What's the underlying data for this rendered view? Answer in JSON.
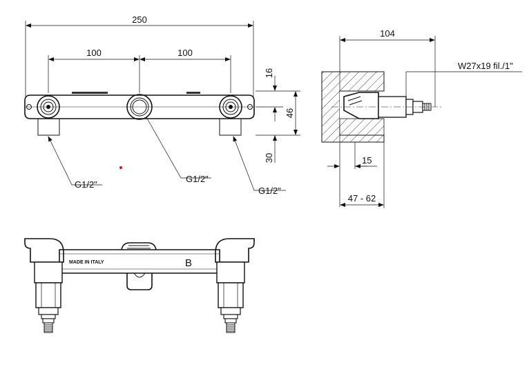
{
  "dimensions": {
    "overall_width": "250",
    "left_spacing": "100",
    "right_spacing": "100",
    "top_offset": "16",
    "body_height": "46",
    "leg_length": "30",
    "side_depth": "104",
    "inset": "15",
    "wall_range": "47 - 62"
  },
  "callouts": {
    "left_connection": "G1/2\"",
    "center_connection": "G1/2\"",
    "right_connection": "G1/2\"",
    "thread_spec": "W27x19 fil./1\""
  },
  "marks": {
    "made_in": "MADE IN ITALY",
    "letter": "B"
  },
  "accent_dot_color": "#e01010"
}
